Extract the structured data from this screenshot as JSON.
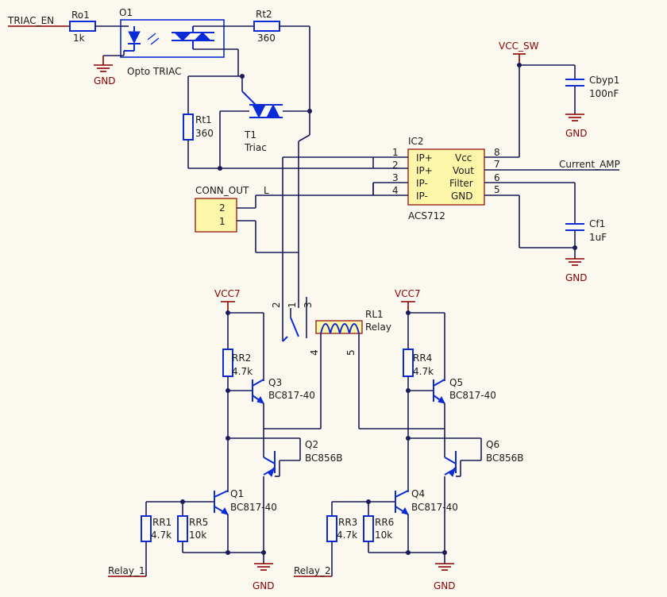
{
  "nets": {
    "triac_en": "TRIAC_EN",
    "vcc_sw": "VCC_SW",
    "current_amp": "Current_AMP",
    "relay1": "Relay_1",
    "relay2": "Relay_2",
    "vcc7_left": "VCC7",
    "vcc7_right": "VCC7",
    "gnd_opto": "GND",
    "gnd_cbyp": "GND",
    "gnd_cf1": "GND",
    "gnd_q1": "GND",
    "gnd_q4": "GND"
  },
  "parts": {
    "ro1": {
      "ref": "Ro1",
      "value": "1k"
    },
    "o1": {
      "ref": "O1",
      "value": "Opto TRIAC"
    },
    "rt2": {
      "ref": "Rt2",
      "value": "360"
    },
    "rt1": {
      "ref": "Rt1",
      "value": "360"
    },
    "t1": {
      "ref": "T1",
      "value": "Triac"
    },
    "cbyp1": {
      "ref": "Cbyp1",
      "value": "100nF"
    },
    "cf1": {
      "ref": "Cf1",
      "value": "1uF"
    },
    "conn": {
      "ref": "CONN_OUT",
      "value": "L",
      "pin2": "2",
      "pin1": "1"
    },
    "ic2": {
      "ref": "IC2",
      "value": "ACS712",
      "left_pins": [
        {
          "num": "1",
          "name": "IP+"
        },
        {
          "num": "2",
          "name": "IP+"
        },
        {
          "num": "3",
          "name": "IP-"
        },
        {
          "num": "4",
          "name": "IP-"
        }
      ],
      "right_pins": [
        {
          "num": "8",
          "name": "Vcc"
        },
        {
          "num": "7",
          "name": "Vout"
        },
        {
          "num": "6",
          "name": "Filter"
        },
        {
          "num": "5",
          "name": "GND"
        }
      ]
    },
    "rl1": {
      "ref": "RL1",
      "value": "Relay",
      "pin2": "2",
      "pin1": "1",
      "pin3": "3",
      "pin4": "4",
      "pin5": "5"
    },
    "rr2": {
      "ref": "RR2",
      "value": "4.7k"
    },
    "rr4": {
      "ref": "RR4",
      "value": "4.7k"
    },
    "q3": {
      "ref": "Q3",
      "value": "BC817-40"
    },
    "q5": {
      "ref": "Q5",
      "value": "BC817-40"
    },
    "q2": {
      "ref": "Q2",
      "value": "BC856B"
    },
    "q6": {
      "ref": "Q6",
      "value": "BC856B"
    },
    "q1": {
      "ref": "Q1",
      "value": "BC817-40"
    },
    "q4": {
      "ref": "Q4",
      "value": "BC817-40"
    },
    "rr1": {
      "ref": "RR1",
      "value": "4.7k"
    },
    "rr5": {
      "ref": "RR5",
      "value": "10k"
    },
    "rr3": {
      "ref": "RR3",
      "value": "4.7k"
    },
    "rr6": {
      "ref": "RR6",
      "value": "10k"
    }
  },
  "colors": {
    "background": "#fbf9ef",
    "wire": "#1a1a5a",
    "component": "#0b2bd6",
    "power": "#8b0000",
    "ic_fill": "#fdf6a8"
  }
}
